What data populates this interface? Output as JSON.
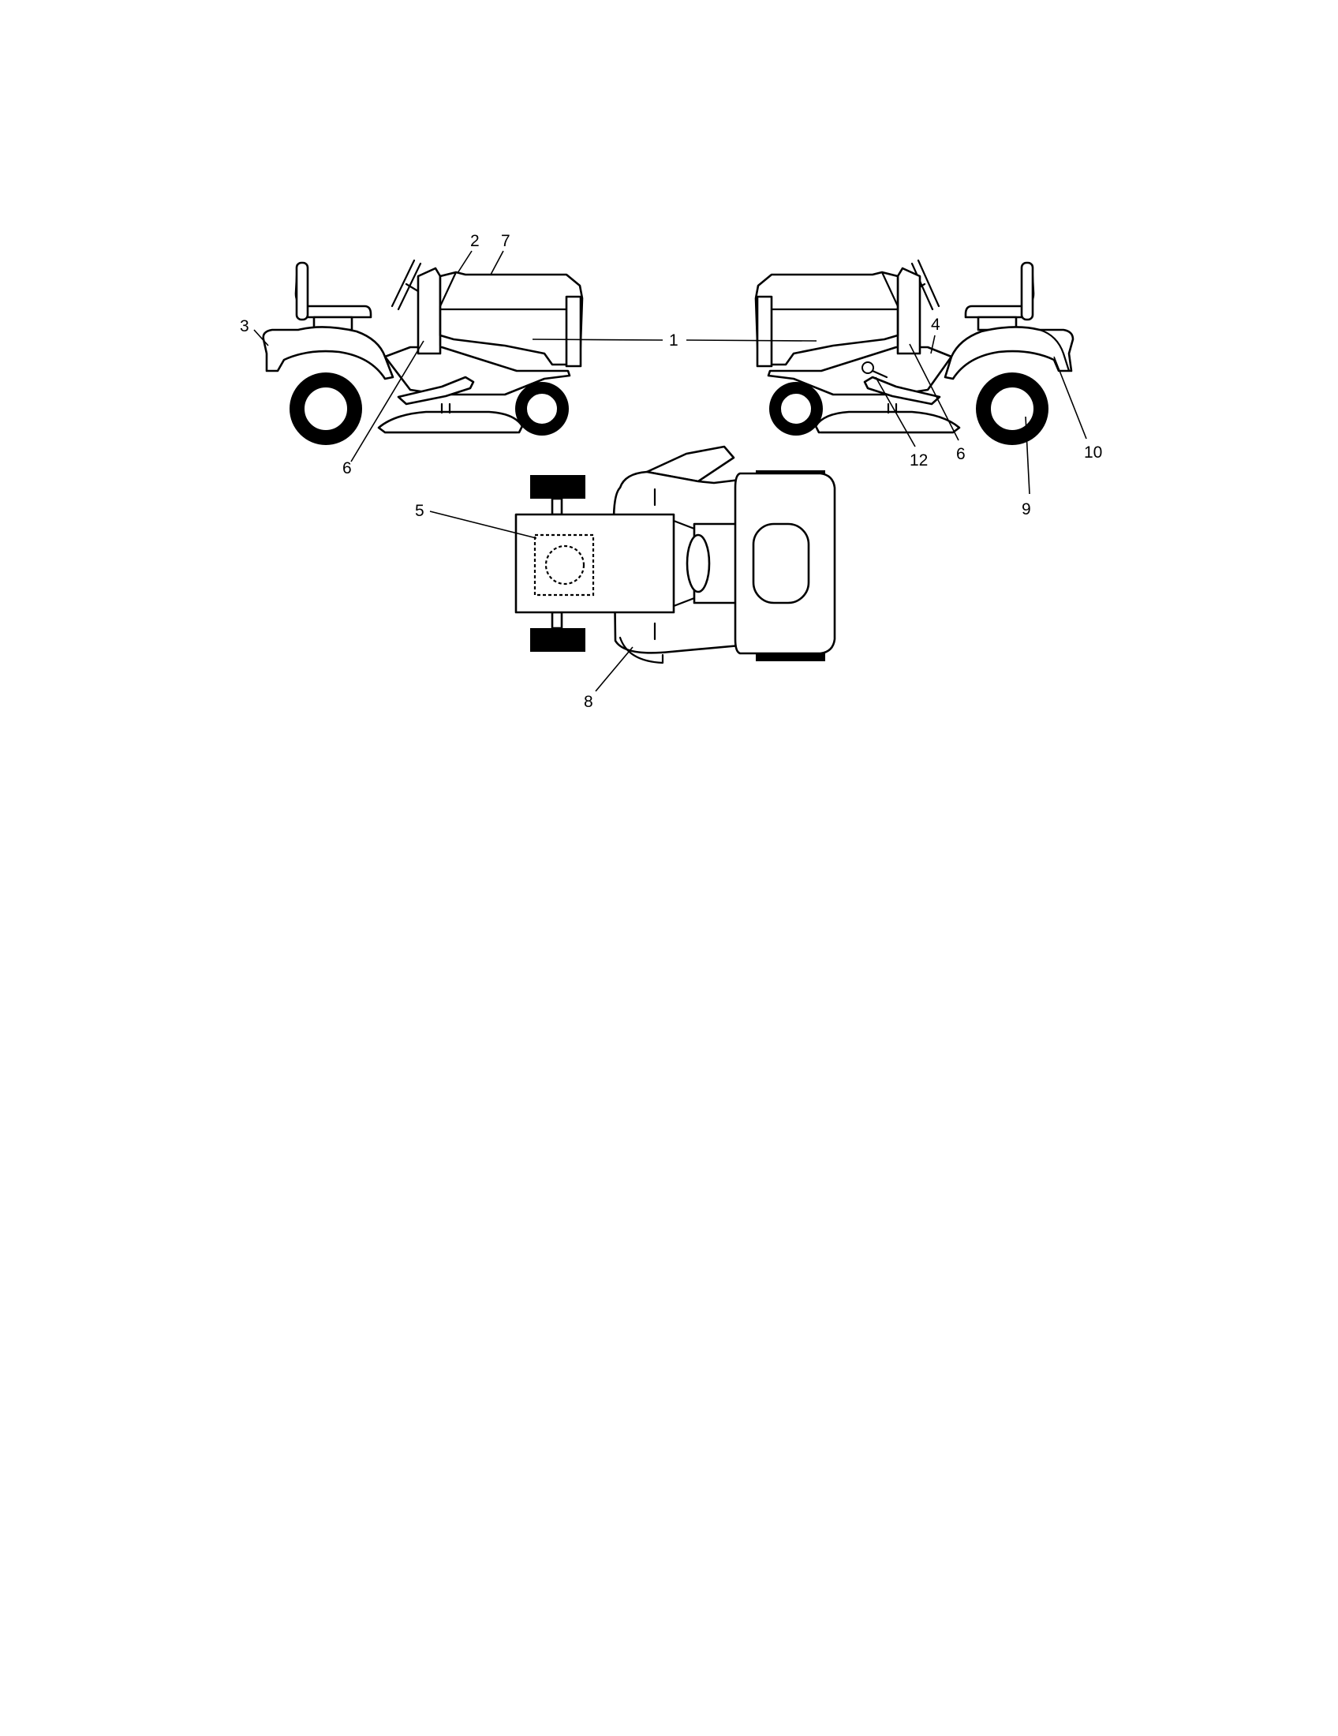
{
  "callouts": {
    "c1": "1",
    "c2": "2",
    "c3": "3",
    "c4": "4",
    "c5": "5",
    "c6_left": "6",
    "c6_right": "6",
    "c7": "7",
    "c8": "8",
    "c9": "9",
    "c10": "10",
    "c12": "12"
  }
}
